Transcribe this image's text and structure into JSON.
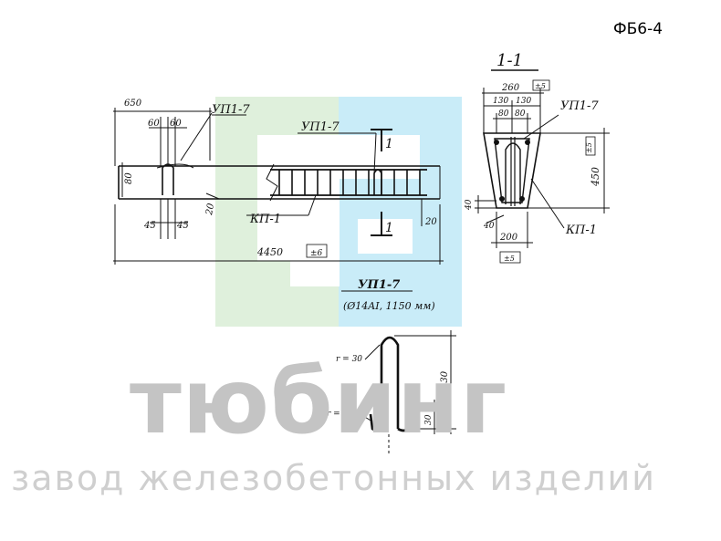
{
  "document_code": "ФБ6-4",
  "watermark": {
    "brand": "тюбинг",
    "tagline": "завод железобетонных изделий",
    "colors": {
      "green": "#dff0dc",
      "cyan": "#c9ecf8",
      "text": "#c4c4c4"
    }
  },
  "elevation": {
    "dims": {
      "top": "650",
      "left_a": "60",
      "left_b": "60",
      "bottom_a": "45",
      "bottom_b": "45",
      "side_h": "80",
      "slope": "20",
      "end": "20",
      "total": "4450",
      "total_tol": "±6"
    },
    "labels": {
      "up_left": "УП1-7",
      "up_mid": "УП1-7",
      "kp": "КП-1",
      "cut": "1"
    }
  },
  "section": {
    "title": "1-1",
    "dims": {
      "top_w": "260",
      "top_tol": "±5",
      "half_a": "130",
      "half_b": "130",
      "inner_a": "80",
      "inner_b": "80",
      "h": "450",
      "h_tol": "±5",
      "h_bot": "40",
      "cover": "40",
      "bot_w": "200",
      "bot_tol": "±5"
    },
    "labels": {
      "up": "УП1-7",
      "kp": "КП-1"
    }
  },
  "loop": {
    "title": "УП1-7",
    "spec": "(Ø14AI, 1150 мм)",
    "r_top": "r = 30",
    "r_bot": "r = 30",
    "h": "430",
    "h_small": "30"
  }
}
